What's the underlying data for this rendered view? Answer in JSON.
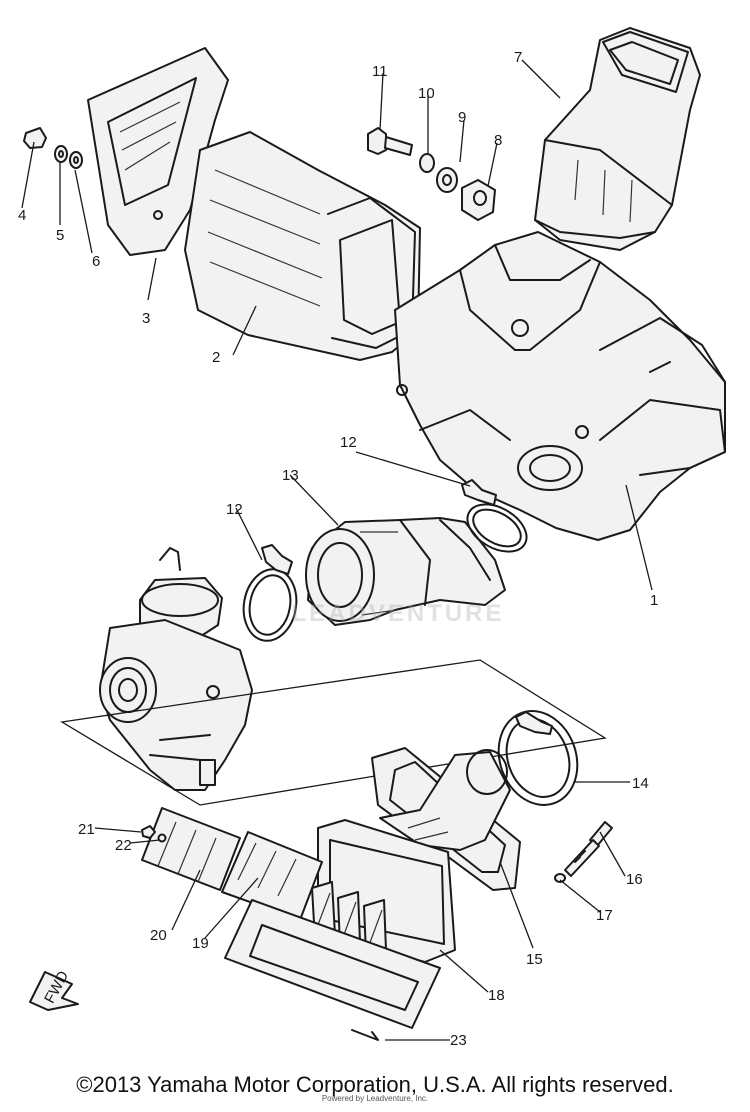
{
  "callouts": [
    "1",
    "2",
    "3",
    "4",
    "5",
    "6",
    "7",
    "8",
    "9",
    "10",
    "11",
    "12",
    "12",
    "13",
    "14",
    "15",
    "16",
    "17",
    "18",
    "19",
    "20",
    "21",
    "22",
    "23"
  ],
  "direction_marker": "FWD",
  "watermark": "LEADVENTURE",
  "copyright": "©2013 Yamaha Motor Corporation, U.S.A. All rights reserved.",
  "footnote": "Powered by Leadventure, Inc."
}
